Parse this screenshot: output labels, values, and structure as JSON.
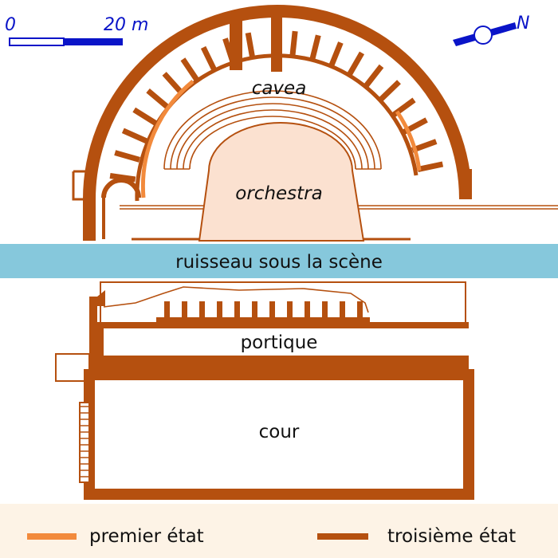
{
  "colors": {
    "walls": "#b5500f",
    "first_state": "#f28a3c",
    "orchestra_fill": "#fbe1d0",
    "stream": "#86c8dc",
    "legend_band": "#fdf3e6",
    "scale_blue": "#0a14c8"
  },
  "scale": {
    "zero": "0",
    "length": "20 m"
  },
  "north": {
    "letter": "N",
    "icon": "north-arrow-icon"
  },
  "labels": {
    "cavea": "cavea",
    "orchestra": "orchestra",
    "stream": "ruisseau sous la scène",
    "portique": "portique",
    "cour": "cour"
  },
  "legend": {
    "first_state": "premier état",
    "third_state": "troisième état"
  }
}
